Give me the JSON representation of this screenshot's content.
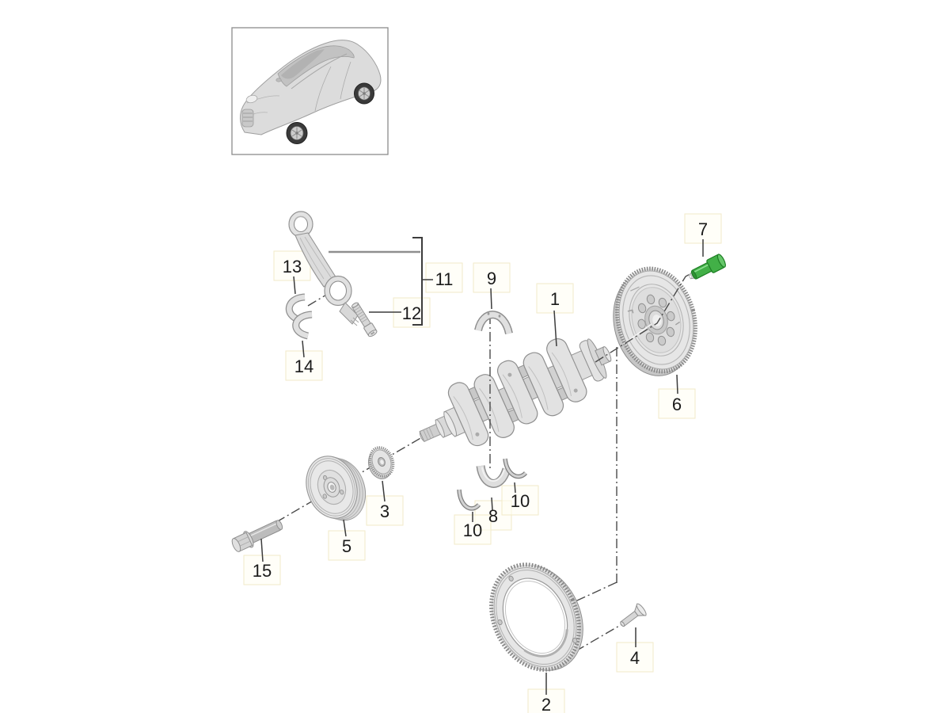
{
  "diagram": {
    "callouts": {
      "1": "1",
      "2": "2",
      "3": "3",
      "4": "4",
      "5": "5",
      "6": "6",
      "7": "7",
      "8": "8",
      "9": "9",
      "10l": "10",
      "10r": "10",
      "11": "11",
      "12": "12",
      "13": "13",
      "14": "14",
      "15": "15"
    },
    "colors": {
      "background": "#ffffff",
      "part_fill": "#e3e3e3",
      "part_stroke": "#8f8f8f",
      "callout_text": "#1a1a1a",
      "callout_line": "#3c3c3c",
      "centerline": "#4a4a4a",
      "hotspot_fill": "#fffdf2",
      "hotspot_border": "#f2eac8",
      "highlight": "#42b047",
      "highlight_light": "#66c76a",
      "highlight_dark": "#2f9133",
      "highlight_stroke": "#1e7e24"
    }
  }
}
